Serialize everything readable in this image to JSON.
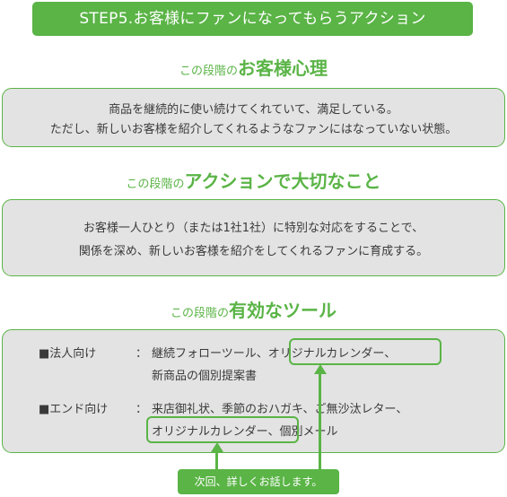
{
  "colors": {
    "accent_green": "#5ab446",
    "box_gray": "#e3e3e3",
    "text": "#3a3a3a"
  },
  "step_title": "STEP5.お客様にファンになってもらうアクション",
  "section1": {
    "prefix": "この段階の",
    "title": "お客様心理",
    "lines": [
      "商品を継続的に使い続けてくれていて、満足している。",
      "ただし、新しいお客様を紹介してくれるようなファンにはなっていない状態。"
    ]
  },
  "section2": {
    "prefix": "この段階の",
    "title": "アクションで大切なこと",
    "lines": [
      "お客様一人ひとり（または1社1社）に特別な対応をすることで、",
      "関係を深め、新しいお客様を紹介をしてくれるファンに育成する。"
    ]
  },
  "section3": {
    "prefix": "この段階の",
    "title": "有効なツール",
    "corporate": {
      "label": "■法人向け",
      "colon": "：",
      "line1": "継続フォローツール、オリジナルカレンダー、",
      "line2": "新商品の個別提案書"
    },
    "endUser": {
      "label": "■エンド向け",
      "colon": "：",
      "line1": "来店御礼状、季節のおハガキ、ご無沙汰レター、",
      "line2": "オリジナルカレンダー、個別メール"
    }
  },
  "next_note": "次回、詳しくお話します。"
}
